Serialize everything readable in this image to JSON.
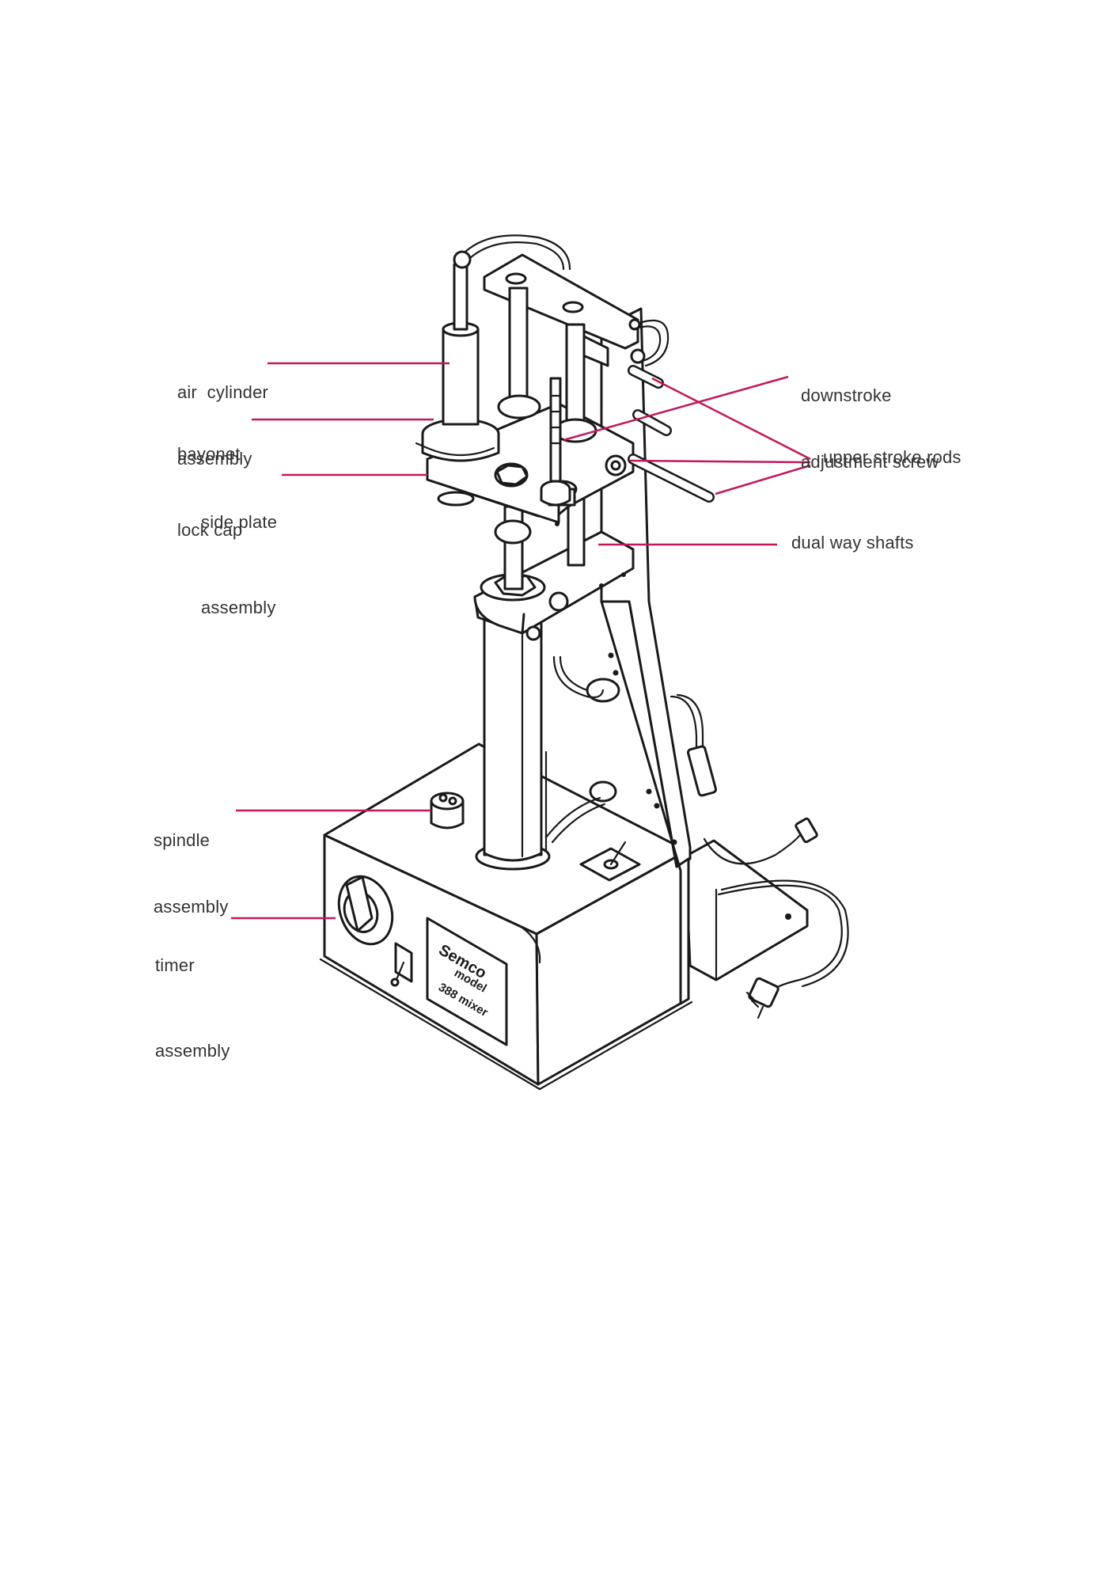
{
  "labels": {
    "air_cylinder": [
      "air  cylinder",
      "assembly"
    ],
    "bayonet": [
      "bayonet",
      "lock cap"
    ],
    "side_plate": [
      "side plate",
      "assembly"
    ],
    "spindle": [
      "spindle",
      "assembly"
    ],
    "timer": [
      "timer",
      "assembly"
    ],
    "downstroke": [
      "downstroke",
      "adjustment screw"
    ],
    "upper_stroke_rods": "upper stroke rods",
    "dual_way_shafts": "dual way shafts"
  },
  "nameplate": {
    "brand": "Semco",
    "line1": "model",
    "line2": "388 mixer"
  },
  "colors": {
    "leader": "#c2185b",
    "ink": "#1a1a1a",
    "label_text": "#333333"
  }
}
